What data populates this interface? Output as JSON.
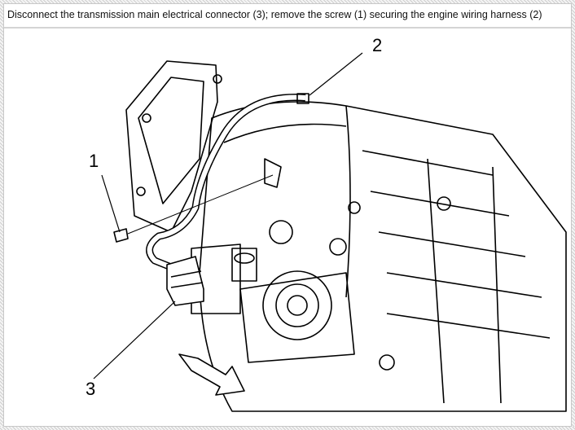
{
  "caption": "Disconnect the transmission main electrical connector (3); remove the screw (1) securing the engine wiring harness (2)",
  "callouts": {
    "screw": "1",
    "harness": "2",
    "connector": "3"
  },
  "figure": {
    "icon": "transmission-line-drawing",
    "arrow_icon": "front-direction-arrow"
  }
}
